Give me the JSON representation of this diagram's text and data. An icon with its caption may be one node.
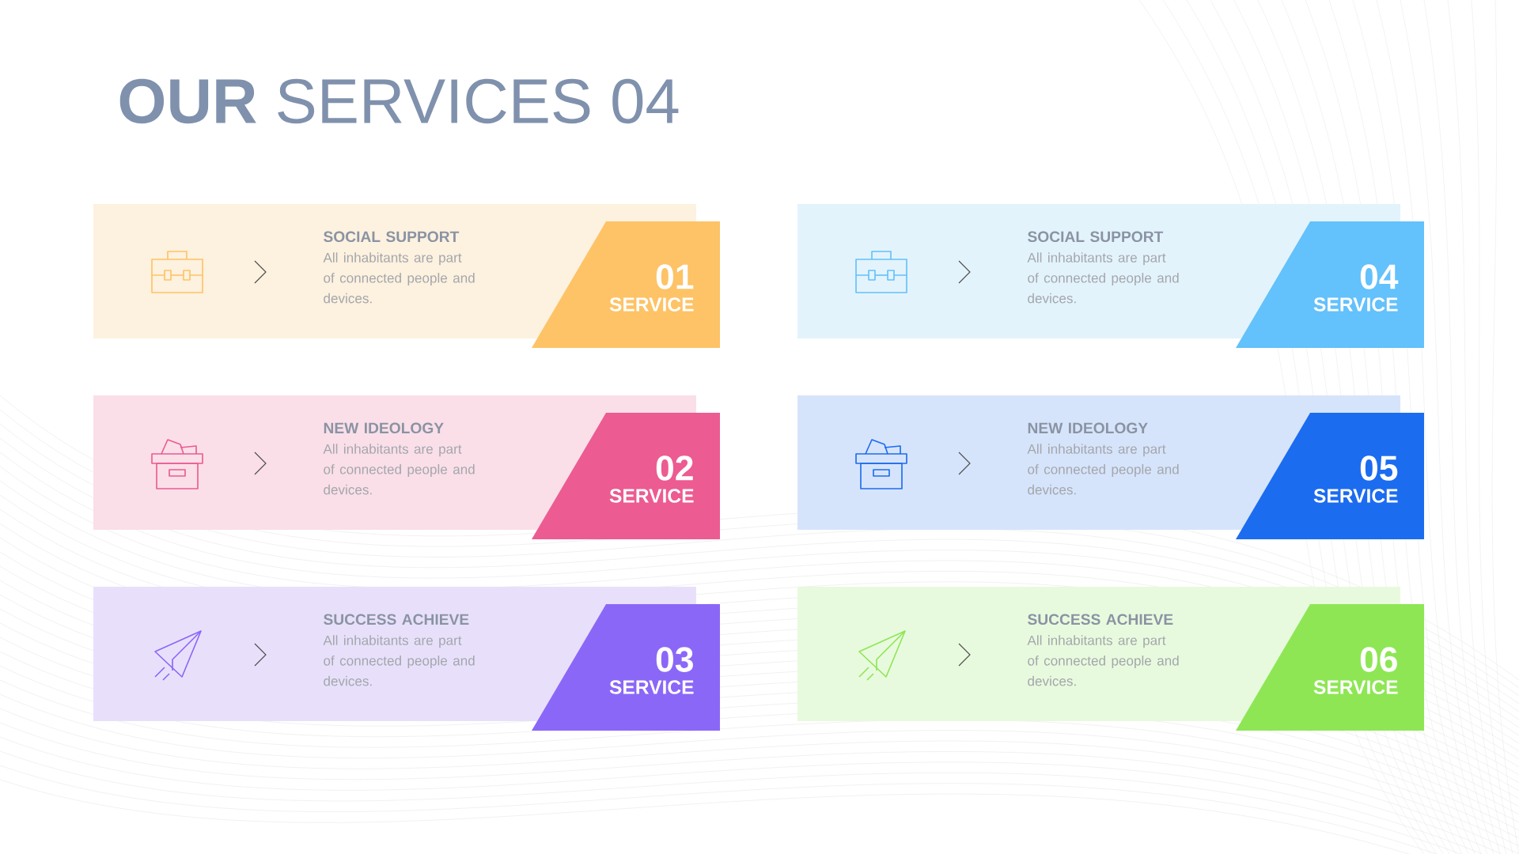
{
  "diagram": {
    "title": "**OUR** SERVICES 04",
    "nodes": [
      {
        "text": [
          "SOCIAL SUPPORT",
          "All inhabitants are part of connected people and devices."
        ]
      },
      {
        "text": [
          "01",
          "SERVICE"
        ]
      },
      {
        "text": [
          "NEW IDEOLOGY",
          "All inhabitants are part of connected people and devices."
        ]
      },
      {
        "text": [
          "02",
          "SERVICE"
        ]
      },
      {
        "text": [
          "SUCCESS ACHIEVE",
          "All inhabitants are part of connected people and devices."
        ]
      },
      {
        "text": [
          "03",
          "SERVICE"
        ]
      },
      {
        "text": [
          "SOCIAL SUPPORT",
          "All inhabitants are part of connected people and devices."
        ]
      },
      {
        "text": [
          "04",
          "SERVICE"
        ]
      },
      {
        "text": [
          "NEW IDEOLOGY",
          "All inhabitants are part of connected people and devices."
        ]
      },
      {
        "text": [
          "05",
          "SERVICE"
        ]
      },
      {
        "text": [
          "SUCCESS ACHIEVE",
          "All inhabitants are part of connected people and devices."
        ]
      },
      {
        "text": [
          "06",
          "SERVICE"
        ]
      }
    ]
  }
}
